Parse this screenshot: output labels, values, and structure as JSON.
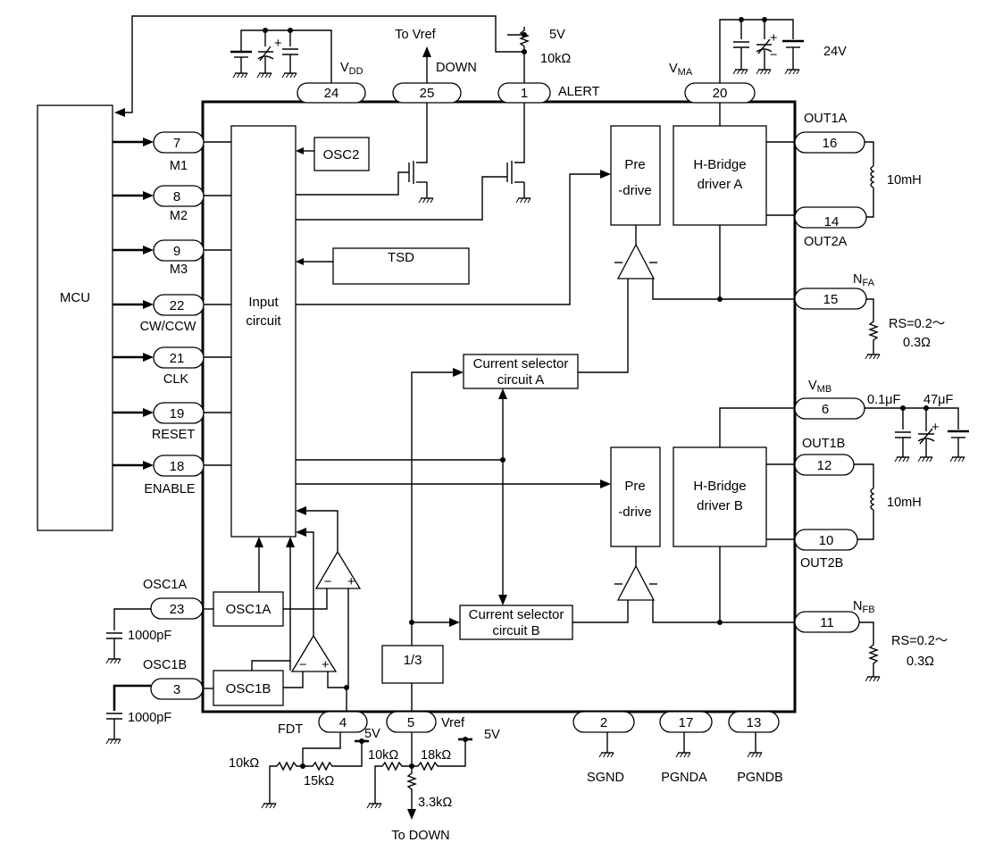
{
  "blocks": {
    "mcu": "MCU",
    "input_line1": "Input",
    "input_line2": "circuit",
    "osc2": "OSC2",
    "tsd": "TSD",
    "osc1a": "OSC1A",
    "osc1b": "OSC1B",
    "predrive_a_line1": "Pre",
    "predrive_a_line2": "-drive",
    "predrive_b_line1": "Pre",
    "predrive_b_line2": "-drive",
    "hbridge_a_line1": "H-Bridge",
    "hbridge_a_line2": "driver A",
    "hbridge_b_line1": "H-Bridge",
    "hbridge_b_line2": "driver B",
    "csa_line1": "Current selector",
    "csa_line2": "circuit A",
    "csb_line1": "Current selector",
    "csb_line2": "circuit B",
    "divider": "1/3"
  },
  "pins": {
    "p7": "7",
    "p8": "8",
    "p9": "9",
    "p22": "22",
    "p21": "21",
    "p19": "19",
    "p18": "18",
    "p23": "23",
    "p3": "3",
    "p24": "24",
    "p25": "25",
    "p1": "1",
    "p20": "20",
    "p16": "16",
    "p14": "14",
    "p15": "15",
    "p6": "6",
    "p12": "12",
    "p10": "10",
    "p11": "11",
    "p4": "4",
    "p5": "5",
    "p2": "2",
    "p17": "17",
    "p13": "13"
  },
  "pin_labels": {
    "m1": "M1",
    "m2": "M2",
    "m3": "M3",
    "cw_ccw": "CW/CCW",
    "clk": "CLK",
    "reset": "RESET",
    "enable": "ENABLE",
    "osc1a": "OSC1A",
    "osc1b": "OSC1B",
    "vdd_main": "V",
    "vdd_sub": "DD",
    "down": "DOWN",
    "to_vref": "To Vref",
    "alert": "ALERT",
    "vma_main": "V",
    "vma_sub": "MA",
    "out1a": "OUT1A",
    "out2a": "OUT2A",
    "nfa_main": "N",
    "nfa_sub": "FA",
    "vmb_main": "V",
    "vmb_sub": "MB",
    "out1b": "OUT1B",
    "out2b": "OUT2B",
    "nfb_main": "N",
    "nfb_sub": "FB",
    "fdt": "FDT",
    "vref": "Vref",
    "sgnd": "SGND",
    "pgnda": "PGNDA",
    "pgndb": "PGNDB",
    "to_down": "To DOWN"
  },
  "components": {
    "alert_supply": "5V",
    "alert_pullup": "10kΩ",
    "vm_supply": "24V",
    "coil_a": "10mH",
    "coil_b": "10mH",
    "rs_a_line1": "RS=0.2～",
    "rs_a_line2": "0.3Ω",
    "rs_b_line1": "RS=0.2～",
    "rs_b_line2": "0.3Ω",
    "cap_vmb_small": "0.1μF",
    "cap_vmb_large": "47μF",
    "cap_osc1a": "1000pF",
    "cap_osc1b": "1000pF",
    "fdt_r1": "10kΩ",
    "fdt_r2": "15kΩ",
    "fdt_supply": "5V",
    "vref_r1": "10kΩ",
    "vref_r2": "18kΩ",
    "vref_supply": "5V",
    "vref_r3": "3.3kΩ"
  }
}
